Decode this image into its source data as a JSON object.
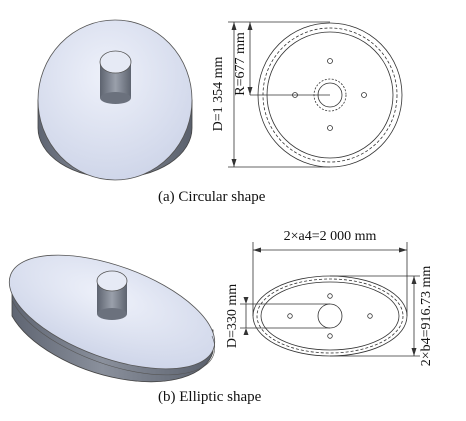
{
  "panel_a": {
    "caption": "(a) Circular shape",
    "diameter_label": "D=1 354 mm",
    "radius_label": "R=677 mm"
  },
  "panel_b": {
    "caption": "(b) Elliptic shape",
    "major_label": "2×a4=2 000 mm",
    "minor_label": "2×b4=916.73 mm",
    "diameter_label": "D=330 mm"
  },
  "colors": {
    "disk_top": "#dde3f4",
    "disk_side": "#6f7582",
    "line": "#333333"
  }
}
